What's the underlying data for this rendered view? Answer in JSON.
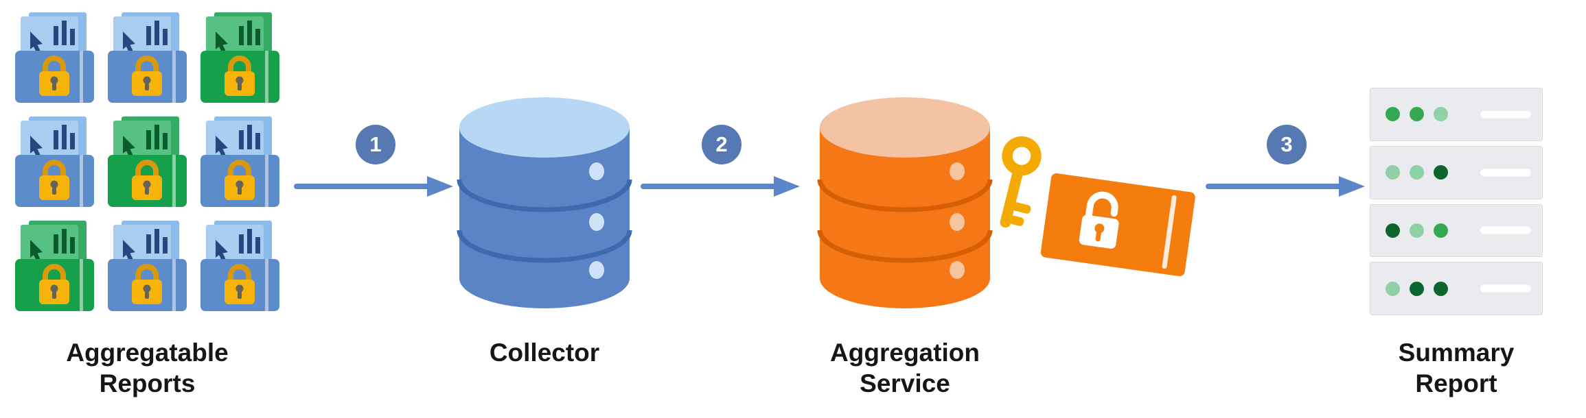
{
  "diagram": {
    "type": "flow-diagram",
    "steps": [
      {
        "number": "1"
      },
      {
        "number": "2"
      },
      {
        "number": "3"
      }
    ],
    "nodes": {
      "reports": {
        "line1": "Aggregatable",
        "line2": "Reports"
      },
      "collector": {
        "line1": "Collector",
        "line2": ""
      },
      "aggregation": {
        "line1": "Aggregation",
        "line2": "Service"
      },
      "summary": {
        "line1": "Summary",
        "line2": "Report"
      }
    },
    "reports_grid": [
      "blue",
      "blue",
      "green",
      "blue",
      "green",
      "blue",
      "green",
      "blue",
      "blue"
    ],
    "summary_rows": [
      [
        "medium",
        "medium",
        "light"
      ],
      [
        "light",
        "light",
        "dark"
      ],
      [
        "dark",
        "light",
        "medium"
      ],
      [
        "light",
        "dark",
        "dark"
      ]
    ],
    "colors": {
      "text": "#161616",
      "arrow": "#5b87c8",
      "badge": "#5679b4",
      "collector_body": "#5b84c6",
      "collector_top": "#b7d8f5",
      "collector_line": "#3c69b0",
      "collector_dot": "#cfe2f8",
      "aggregation_body": "#f57716",
      "aggregation_top": "#f3c3a4",
      "aggregation_line": "#d65f04",
      "aggregation_dot": "#f6c49d",
      "key": "#f3ab03",
      "envelope": "#f57d0e",
      "gold": "#f6b40b",
      "gold_dark": "#da990a",
      "keyhole": "#63625b",
      "rb_page": "#a9cdf1",
      "rb_page_dark": "#8abbe9",
      "rb_pocket": "#5d8cca",
      "rb_ink": "#27477f",
      "rg_page": "#57c183",
      "rg_page_dark": "#35ab66",
      "rg_pocket": "#17a04c",
      "rg_ink": "#0b5c2d",
      "summary_row": "#e9ebee",
      "dot_light": "#8fd0a6",
      "dot_medium": "#34a853",
      "dot_dark": "#0d652d"
    }
  }
}
